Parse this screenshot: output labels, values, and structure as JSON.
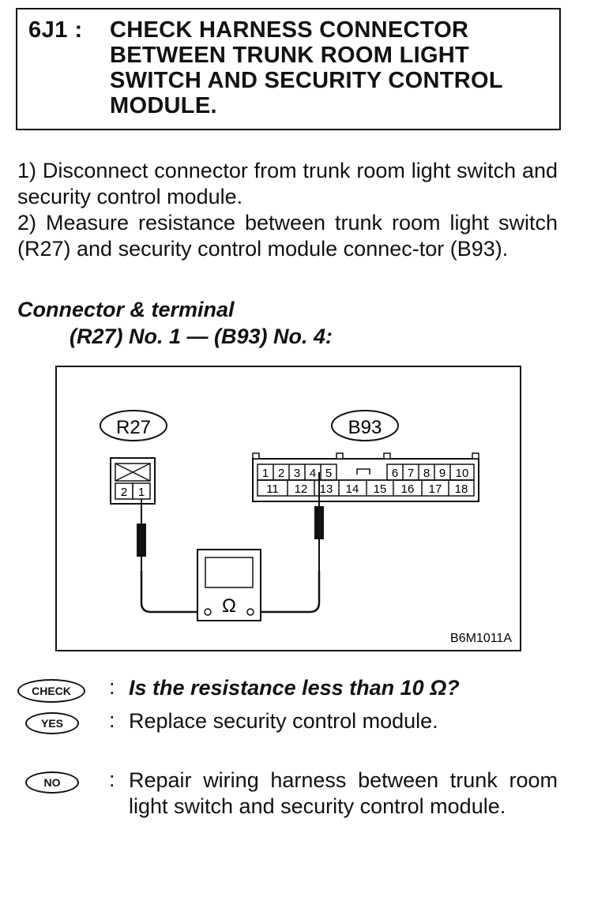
{
  "header": {
    "step_code": "6J1 :",
    "title": "CHECK HARNESS CONNECTOR BETWEEN TRUNK ROOM LIGHT SWITCH AND SECURITY CONTROL MODULE."
  },
  "instructions": {
    "step1": "1) Disconnect connector from trunk room light switch and security control module.",
    "step2": "2) Measure resistance between trunk room light switch (R27) and security control module connec-tor (B93)."
  },
  "connector_terminal": {
    "heading": "Connector & terminal",
    "spec": "(R27) No. 1 — (B93) No. 4:"
  },
  "diagram": {
    "left_connector_label": "R27",
    "right_connector_label": "B93",
    "r27_pins": [
      "2",
      "1"
    ],
    "b93_top_row": [
      "1",
      "2",
      "3",
      "4",
      "5",
      "6",
      "7",
      "8",
      "9",
      "10"
    ],
    "b93_bottom_row": [
      "11",
      "12",
      "13",
      "14",
      "15",
      "16",
      "17",
      "18"
    ],
    "meter_symbol": "Ω",
    "figure_code": "B6M1011A"
  },
  "results": {
    "check_badge": "CHECK",
    "check_text": "Is the resistance less than 10 Ω?",
    "yes_badge": "YES",
    "yes_text": "Replace security control module.",
    "no_badge": "NO",
    "no_text": "Repair wiring harness between trunk room light switch and security control module."
  }
}
